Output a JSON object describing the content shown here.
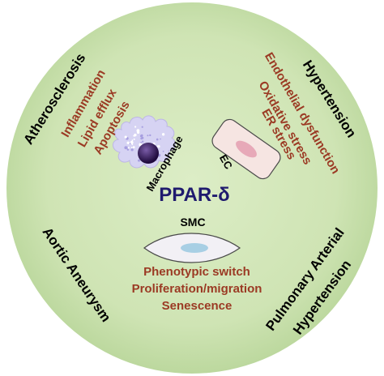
{
  "center_label": "PPAR-δ",
  "diseases": {
    "atherosclerosis": "Atherosclerosis",
    "hypertension": "Hypertension",
    "aortic_aneurysm": "Aortic Aneurysm",
    "pah_line1": "Pulmonary Arterial",
    "pah_line2": "Hypertension"
  },
  "cells": {
    "macrophage": "Macrophage",
    "endothelial": "EC",
    "smooth_muscle": "SMC"
  },
  "mechanisms": {
    "macrophage": [
      "Inflammation",
      "Lipid efflux",
      "Apoptosis"
    ],
    "endothelial": [
      "Endothelial dysfunction",
      "Oxidative stress",
      "ER stress"
    ],
    "smooth_muscle": [
      "Phenotypic switch",
      "Proliferation/migration",
      "Senescence"
    ]
  },
  "colors": {
    "background_circle": "#cfe4b4",
    "mechanism_text": "#9b3a24",
    "center_text": "#1f1a6e",
    "macrophage_body": "#d6d3f3",
    "macrophage_nucleus": "#2a1450",
    "endothelial_cell": "#f6e5e2",
    "endothelial_nucleus": "#e7a9b8",
    "smc_body": "#f2f0f5",
    "smc_nucleus": "#a8cfe4"
  }
}
